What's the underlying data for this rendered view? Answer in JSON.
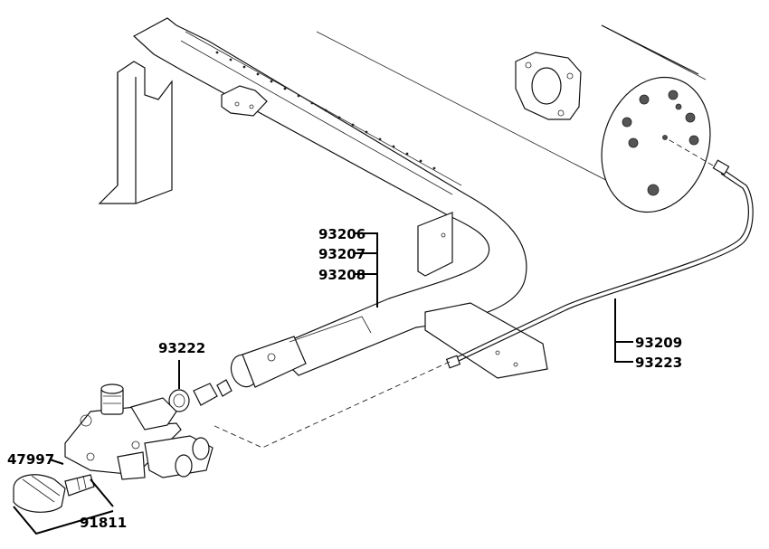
{
  "parts": {
    "burner_group_labels": [
      "93206",
      "93207",
      "93208"
    ],
    "fitting": "93222",
    "tube_group_labels": [
      "93209",
      "93223"
    ],
    "knob": "47997",
    "valve": "91811"
  }
}
